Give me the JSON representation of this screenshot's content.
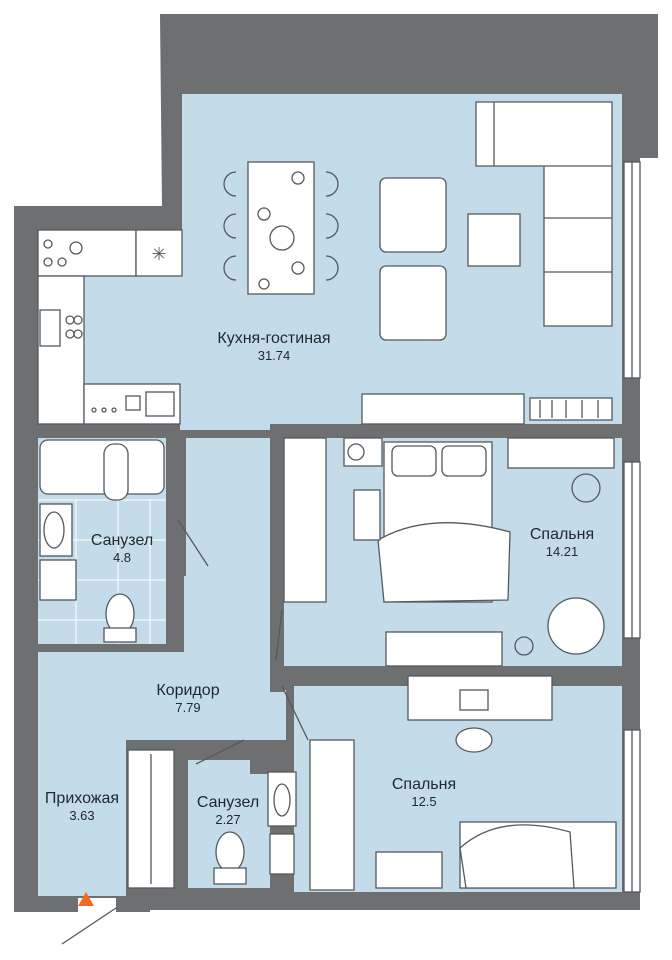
{
  "rooms": [
    {
      "id": "kitchen-living",
      "name": "Кухня-гостиная",
      "area": "31.74"
    },
    {
      "id": "bathroom-1",
      "name": "Санузел",
      "area": "4.8"
    },
    {
      "id": "bedroom-1",
      "name": "Спальня",
      "area": "14.21"
    },
    {
      "id": "corridor",
      "name": "Коридор",
      "area": "7.79"
    },
    {
      "id": "hallway",
      "name": "Прихожая",
      "area": "3.63"
    },
    {
      "id": "bathroom-2",
      "name": "Санузел",
      "area": "2.27"
    },
    {
      "id": "bedroom-2",
      "name": "Спальня",
      "area": "12.5"
    }
  ],
  "colors": {
    "floor": "#c4dcea",
    "wall": "#6d6f71",
    "entrance_marker": "#f26a21"
  },
  "icons": {
    "entrance": "entrance-triangle-icon"
  }
}
